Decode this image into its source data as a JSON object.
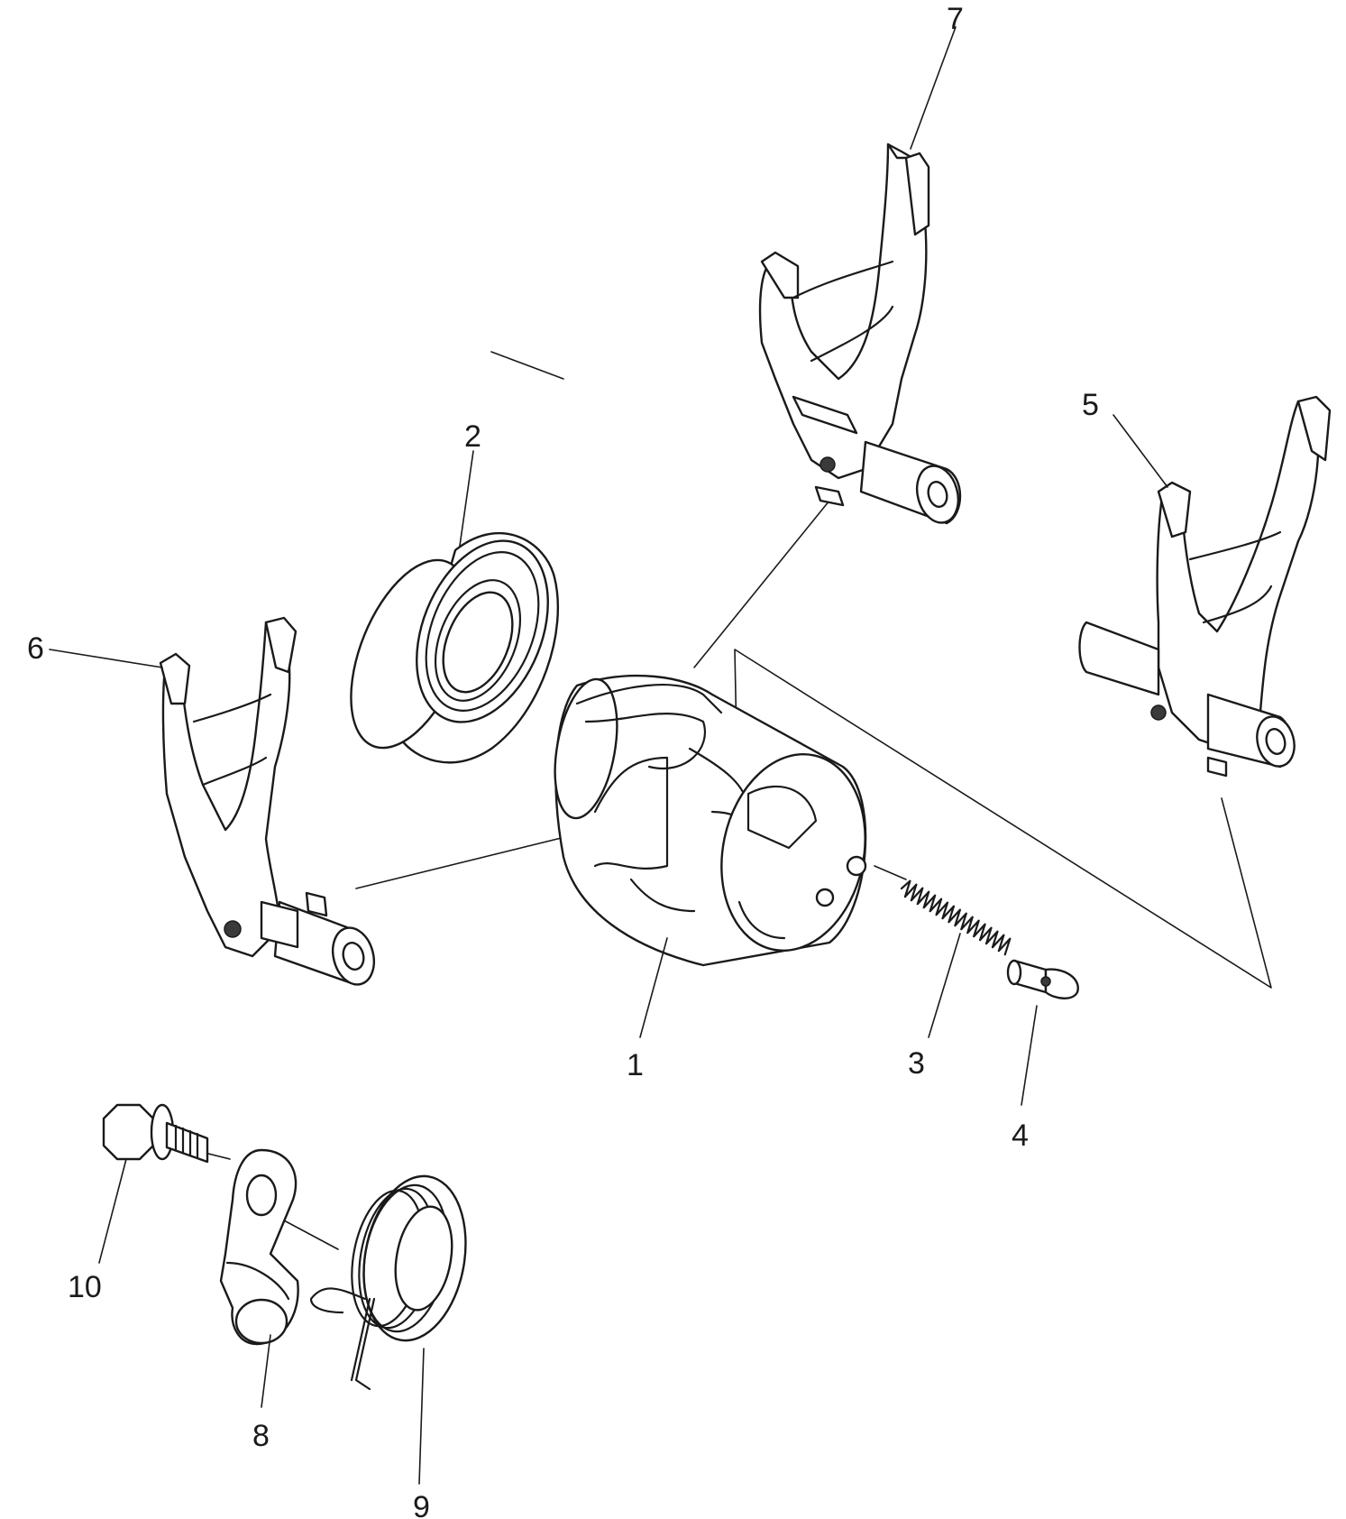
{
  "parts": [
    {
      "id": "1",
      "label": "1",
      "icon": "shift-drum-icon"
    },
    {
      "id": "2",
      "label": "2",
      "icon": "ball-bearing-icon"
    },
    {
      "id": "3",
      "label": "3",
      "icon": "coil-spring-icon"
    },
    {
      "id": "4",
      "label": "4",
      "icon": "detent-pin-icon"
    },
    {
      "id": "5",
      "label": "5",
      "icon": "shift-fork-icon"
    },
    {
      "id": "6",
      "label": "6",
      "icon": "shift-fork-icon"
    },
    {
      "id": "7",
      "label": "7",
      "icon": "shift-fork-icon"
    },
    {
      "id": "8",
      "label": "8",
      "icon": "stopper-lever-icon"
    },
    {
      "id": "9",
      "label": "9",
      "icon": "torsion-spring-icon"
    },
    {
      "id": "10",
      "label": "10",
      "icon": "flange-bolt-icon"
    }
  ],
  "colors": {
    "line": "#1a1a1a",
    "background": "#ffffff"
  }
}
